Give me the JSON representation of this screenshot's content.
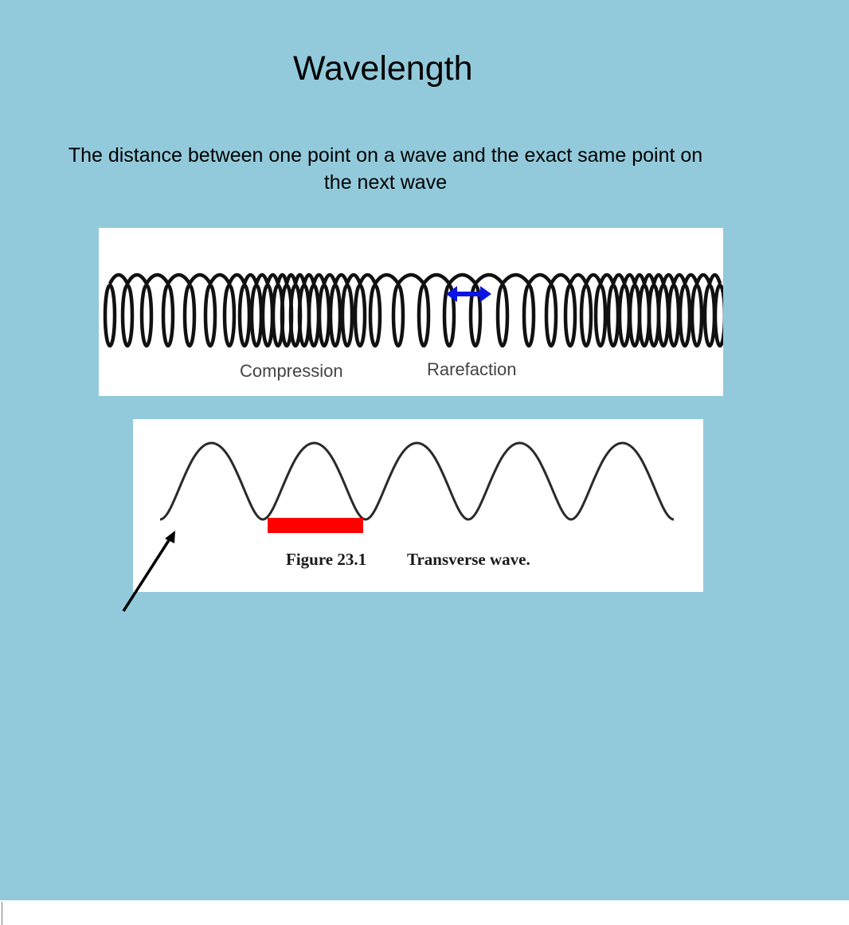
{
  "slide": {
    "title": "Wavelength",
    "definition": "The distance between one point on a wave and the exact same point on the next wave",
    "background_color": "#92cadb"
  },
  "longitudinal_figure": {
    "labels": {
      "compression": "Compression",
      "rarefaction": "Rarefaction"
    },
    "wavelength_marker_color": "#0a14e6"
  },
  "transverse_figure": {
    "caption_number": "Figure 23.1",
    "caption_text": "Transverse wave.",
    "crest_count": 5,
    "wavelength_bar_color": "#ff0000"
  },
  "annotation": {
    "arrow_color": "#000000"
  }
}
